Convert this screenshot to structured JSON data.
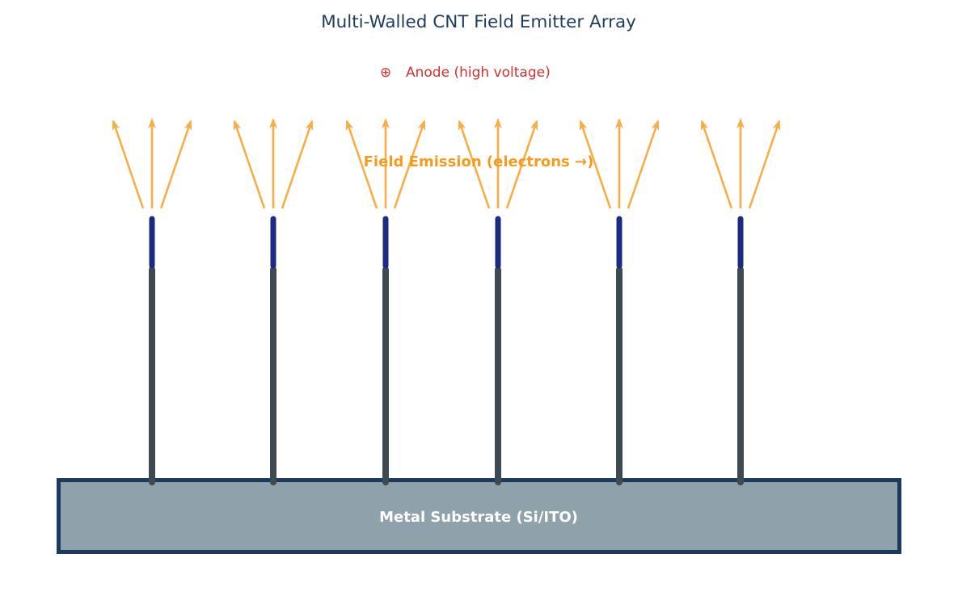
{
  "title": {
    "text": "Multi-Walled CNT Field Emitter Array",
    "color": "#1f3d5c"
  },
  "anode": {
    "symbol": "⊕",
    "label": "Anode (high voltage)",
    "color": "#d63030"
  },
  "emission": {
    "label": "Field Emission (electrons →)",
    "text_color": "#f49c20",
    "arrow_color": "#f8ae45"
  },
  "emitters": {
    "count": 6,
    "x_positions": [
      188,
      338,
      477,
      616,
      766,
      916
    ],
    "arrows_per_emitter": 3,
    "tip_color": "#1c2a82",
    "body_color": "#3d4a52"
  },
  "substrate": {
    "label": "Metal Substrate (Si/ITO)",
    "fill_color": "#8fa2ab",
    "border_color": "#1c3a5e",
    "label_color": "#ffffff"
  }
}
